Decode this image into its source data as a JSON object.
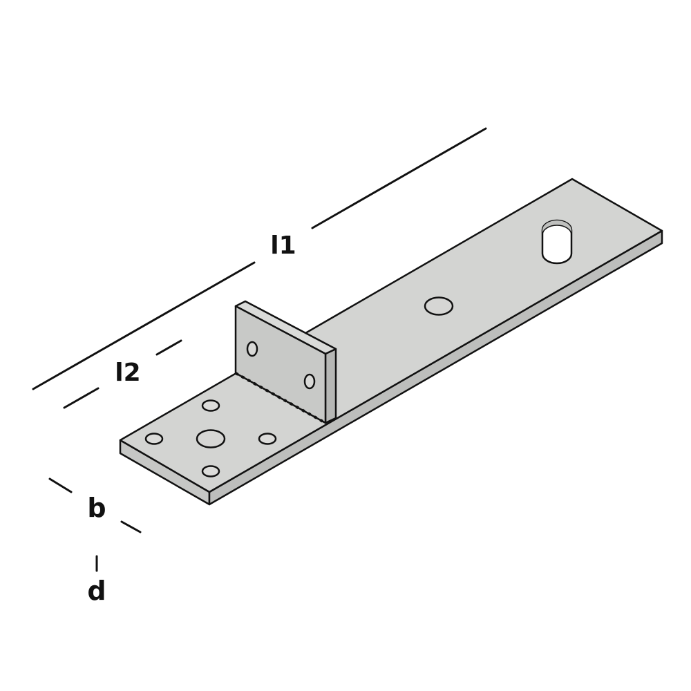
{
  "diagram": {
    "type": "isometric technical drawing",
    "subject": "flat steel bracket with welded upright tab",
    "colors": {
      "background": "#ffffff",
      "top_face": "#d3d4d2",
      "side_face": "#c2c3c1",
      "tab_face": "#c8c9c7",
      "outline": "#111111",
      "hole_interior": "#e0e0de",
      "slot_through": "#ffffff"
    },
    "dimension_labels": {
      "l1": "l1",
      "l2": "l2",
      "b": "b",
      "d": "d"
    },
    "features": {
      "base_plate_small_holes": 4,
      "base_plate_large_hole": 1,
      "tab_holes": 2,
      "center_hole": 1,
      "slotted_hole": 1,
      "weld_seam": "dotted weld along tab base"
    }
  }
}
